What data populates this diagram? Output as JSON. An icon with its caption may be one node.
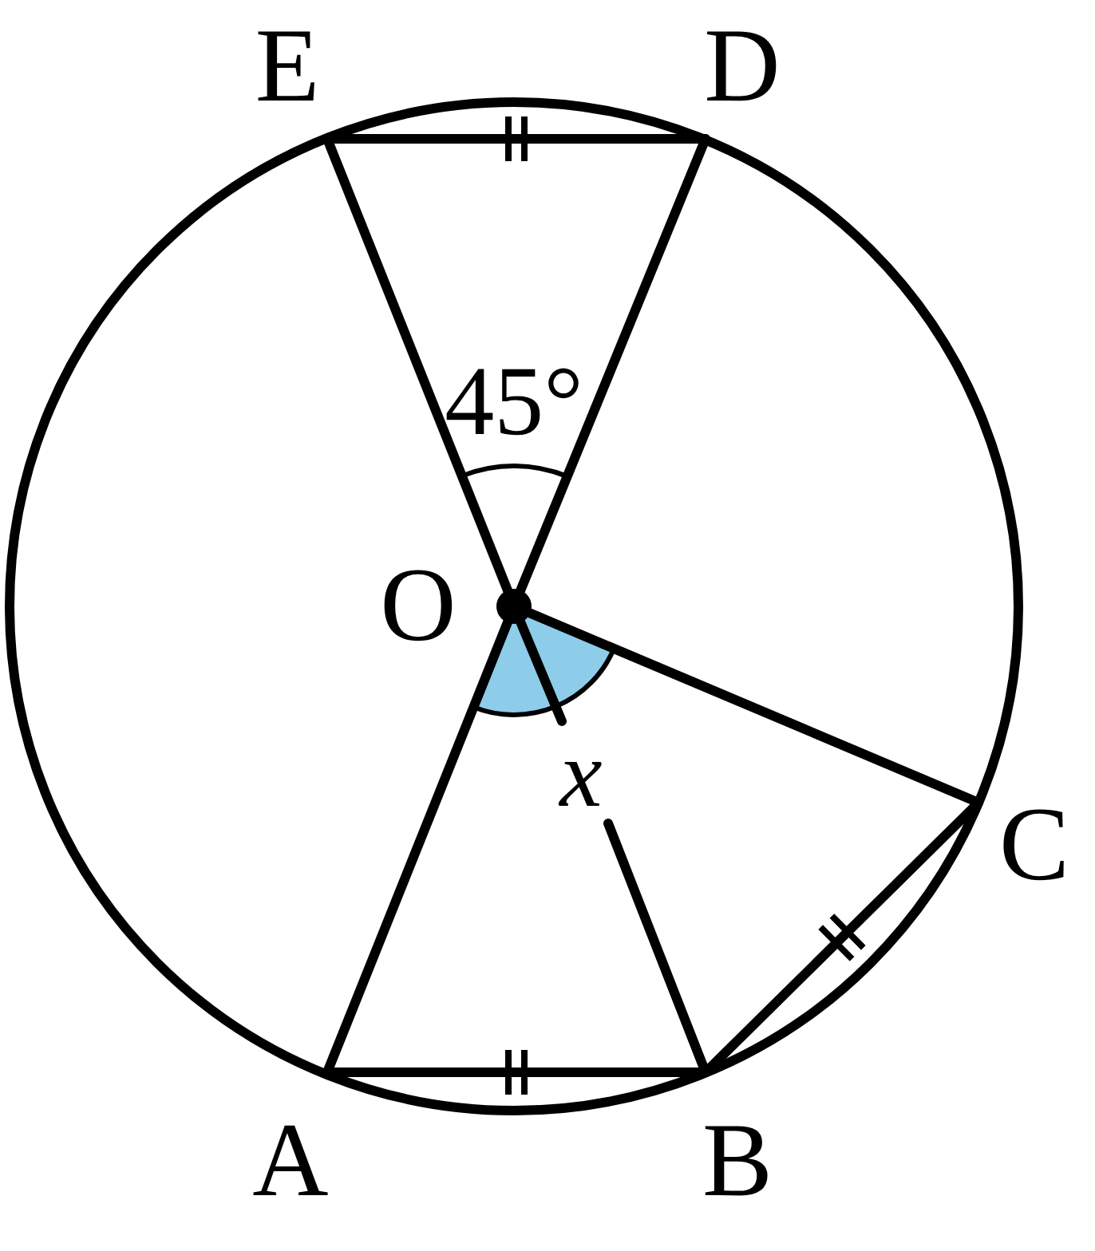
{
  "diagram": {
    "labels": [
      "E",
      "D",
      "45°",
      "O",
      "x",
      "C",
      "A",
      "B"
    ]
  }
}
